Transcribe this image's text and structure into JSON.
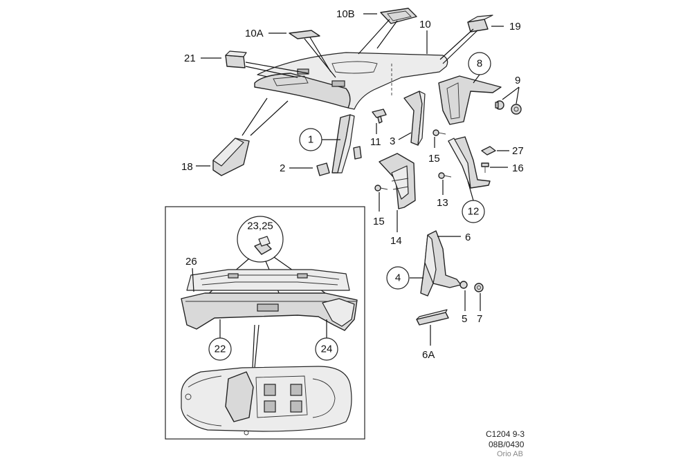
{
  "labels": {
    "l1": "1",
    "l2": "2",
    "l3": "3",
    "l4": "4",
    "l5": "5",
    "l6": "6",
    "l6a": "6A",
    "l7": "7",
    "l8": "8",
    "l9": "9",
    "l10": "10",
    "l10a": "10A",
    "l10b": "10B",
    "l11": "11",
    "l12": "12",
    "l13": "13",
    "l14": "14",
    "l15a": "15",
    "l15b": "15",
    "l16": "16",
    "l18": "18",
    "l19": "19",
    "l21": "21",
    "l22": "22",
    "l23_25": "23,25",
    "l24": "24",
    "l26": "26",
    "l27": "27"
  },
  "reference": {
    "code": "C1204 9-3",
    "date": "08B/0430",
    "publisher": "Orio AB"
  }
}
